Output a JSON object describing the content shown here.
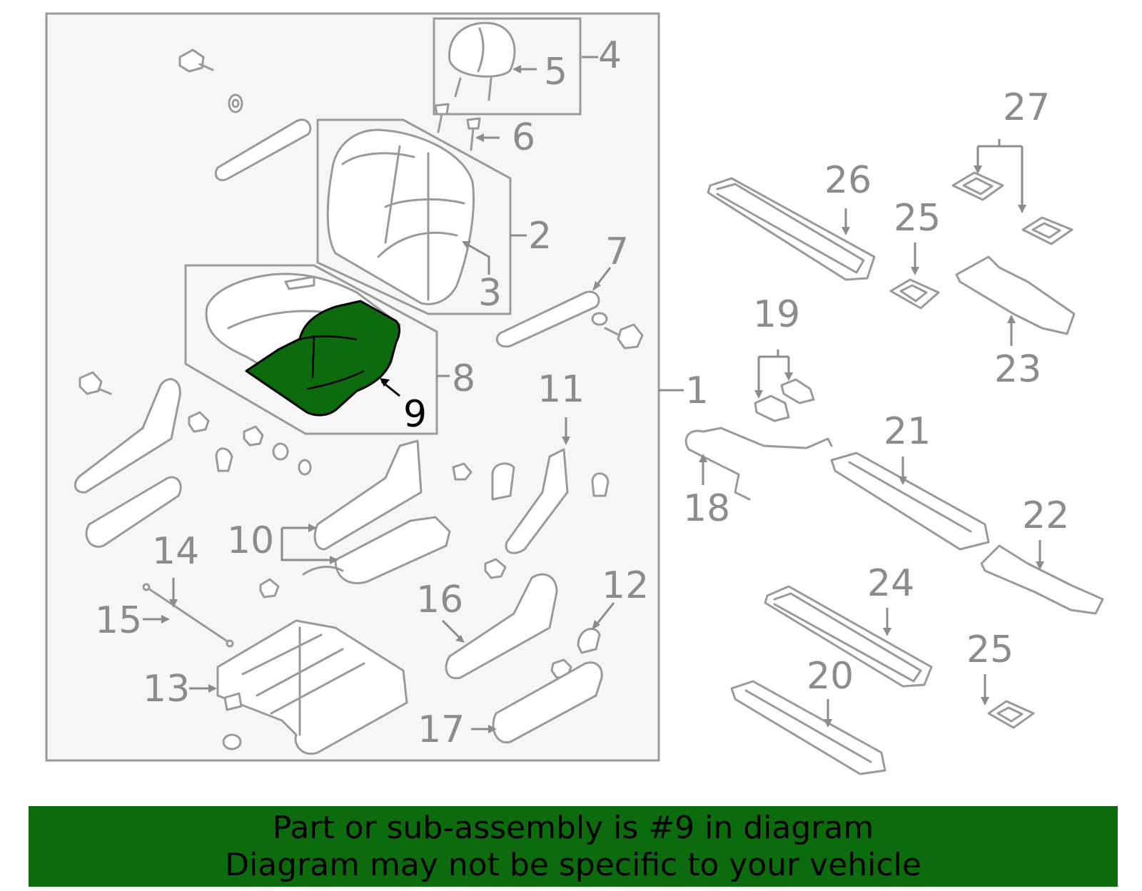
{
  "callouts": {
    "c1": "1",
    "c2": "2",
    "c3": "3",
    "c4": "4",
    "c5": "5",
    "c6": "6",
    "c7": "7",
    "c8": "8",
    "c9": "9",
    "c10": "10",
    "c11": "11",
    "c12": "12",
    "c13": "13",
    "c14": "14",
    "c15": "15",
    "c16": "16",
    "c17": "17",
    "c18": "18",
    "c19": "19",
    "c20": "20",
    "c21": "21",
    "c22": "22",
    "c23": "23",
    "c24": "24",
    "c25a": "25",
    "c25b": "25",
    "c26": "26",
    "c27": "27"
  },
  "highlighted_part": "9",
  "colors": {
    "highlight_fill": "#0c6b0c",
    "banner_bg": "#0c6b0c",
    "line": "#9a9a9a",
    "panel_bg": "#f6f6f6"
  },
  "banner": {
    "line1": "Part or sub-assembly is #9 in diagram",
    "line2": "Diagram may not be specific to your vehicle"
  }
}
